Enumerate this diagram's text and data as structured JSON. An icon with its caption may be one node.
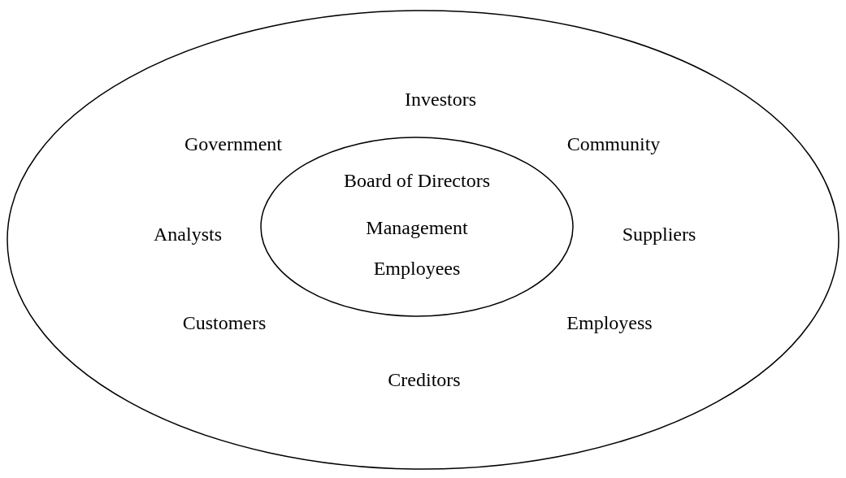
{
  "diagram": {
    "nodes": [
      {
        "text": [
          "Investors",
          "Government",
          "Community",
          "Analysts",
          "Suppliers",
          "Customers",
          "Employess",
          "Creditors"
        ]
      },
      {
        "text": [
          "Board of Directors",
          "Management",
          "Employees"
        ],
        "in": 0
      }
    ]
  }
}
